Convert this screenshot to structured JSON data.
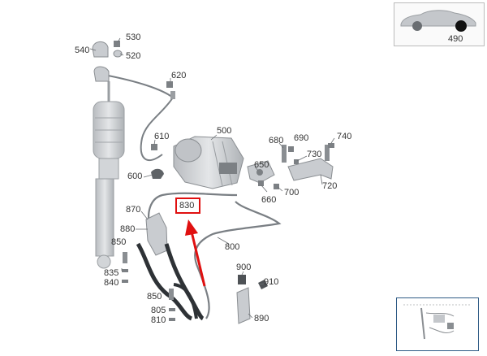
{
  "callouts": {
    "c540": "540",
    "c530": "530",
    "c520": "520",
    "c620": "620",
    "c610": "610",
    "c500": "500",
    "c680": "680",
    "c690": "690",
    "c740": "740",
    "c730": "730",
    "c650": "650",
    "c600": "600",
    "c720": "720",
    "c660": "660",
    "c700": "700",
    "c830": "830",
    "c870": "870",
    "c880": "880",
    "c850a": "850",
    "c800": "800",
    "c835": "835",
    "c840": "840",
    "c900": "900",
    "c910": "910",
    "c850b": "850",
    "c805": "805",
    "c810": "810",
    "c890": "890"
  },
  "vehicle_thumbnail": {
    "part_number": "490",
    "icon": "car-silhouette-icon"
  },
  "highlight": {
    "part": "830",
    "color": "#e01010"
  },
  "colors": {
    "line": "#7a7f84",
    "part_fill": "#c9ccd0",
    "accent": "#e01010",
    "mini_border": "#2f5b86"
  }
}
